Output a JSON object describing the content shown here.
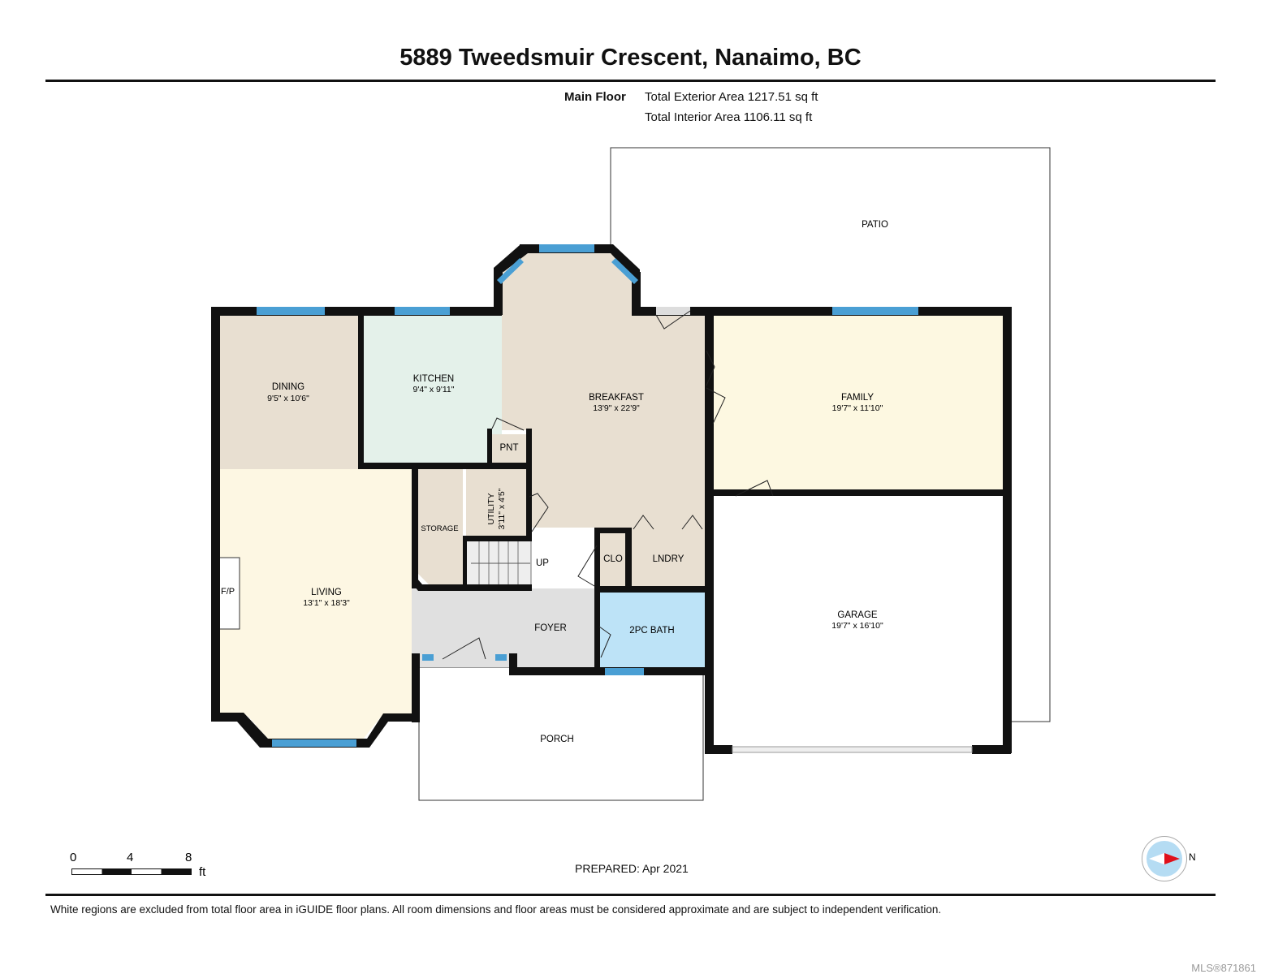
{
  "title": "5889 Tweedsmuir Crescent, Nanaimo, BC",
  "floor": {
    "name": "Main Floor",
    "exterior_area": "Total Exterior Area 1217.51 sq ft",
    "interior_area": "Total Interior Area 1106.11 sq ft"
  },
  "rooms": {
    "patio": {
      "label": "PATIO"
    },
    "dining": {
      "label": "DINING",
      "dims": "9'5\" x 10'6\""
    },
    "kitchen": {
      "label": "KITCHEN",
      "dims": "9'4\" x 9'11\""
    },
    "breakfast": {
      "label": "BREAKFAST",
      "dims": "13'9\" x 22'9\""
    },
    "family": {
      "label": "FAMILY",
      "dims": "19'7\" x 11'10\""
    },
    "pantry": {
      "label": "PNT"
    },
    "utility": {
      "label": "UTILITY",
      "dims": "3'11\" x 4'5\""
    },
    "storage": {
      "label": "STORAGE"
    },
    "stairs": {
      "label": "UP"
    },
    "closet": {
      "label": "CLO"
    },
    "laundry": {
      "label": "LNDRY"
    },
    "living": {
      "label": "LIVING",
      "dims": "13'1\" x 18'3\""
    },
    "fireplace": {
      "label": "F/P"
    },
    "foyer": {
      "label": "FOYER"
    },
    "bath": {
      "label": "2PC BATH"
    },
    "garage": {
      "label": "GARAGE",
      "dims": "19'7\" x 16'10\""
    },
    "porch": {
      "label": "PORCH"
    }
  },
  "scale": {
    "ticks": [
      "0",
      "4",
      "8"
    ],
    "unit": "ft"
  },
  "compass": {
    "label": "N"
  },
  "prepared": "PREPARED: Apr 2021",
  "disclaimer": "White regions are excluded from total floor area in iGUIDE floor plans. All room dimensions and floor areas must be considered approximate and are subject to independent verification.",
  "mls": "MLS®871861",
  "colors": {
    "wall": "#111111",
    "window": "#4a9fd4",
    "tan": "#e8dfd1",
    "kitchen": "#e4f1ea",
    "cream": "#fdf7e3",
    "foyer": "#e0e0e0",
    "bath": "#bde3f7"
  }
}
